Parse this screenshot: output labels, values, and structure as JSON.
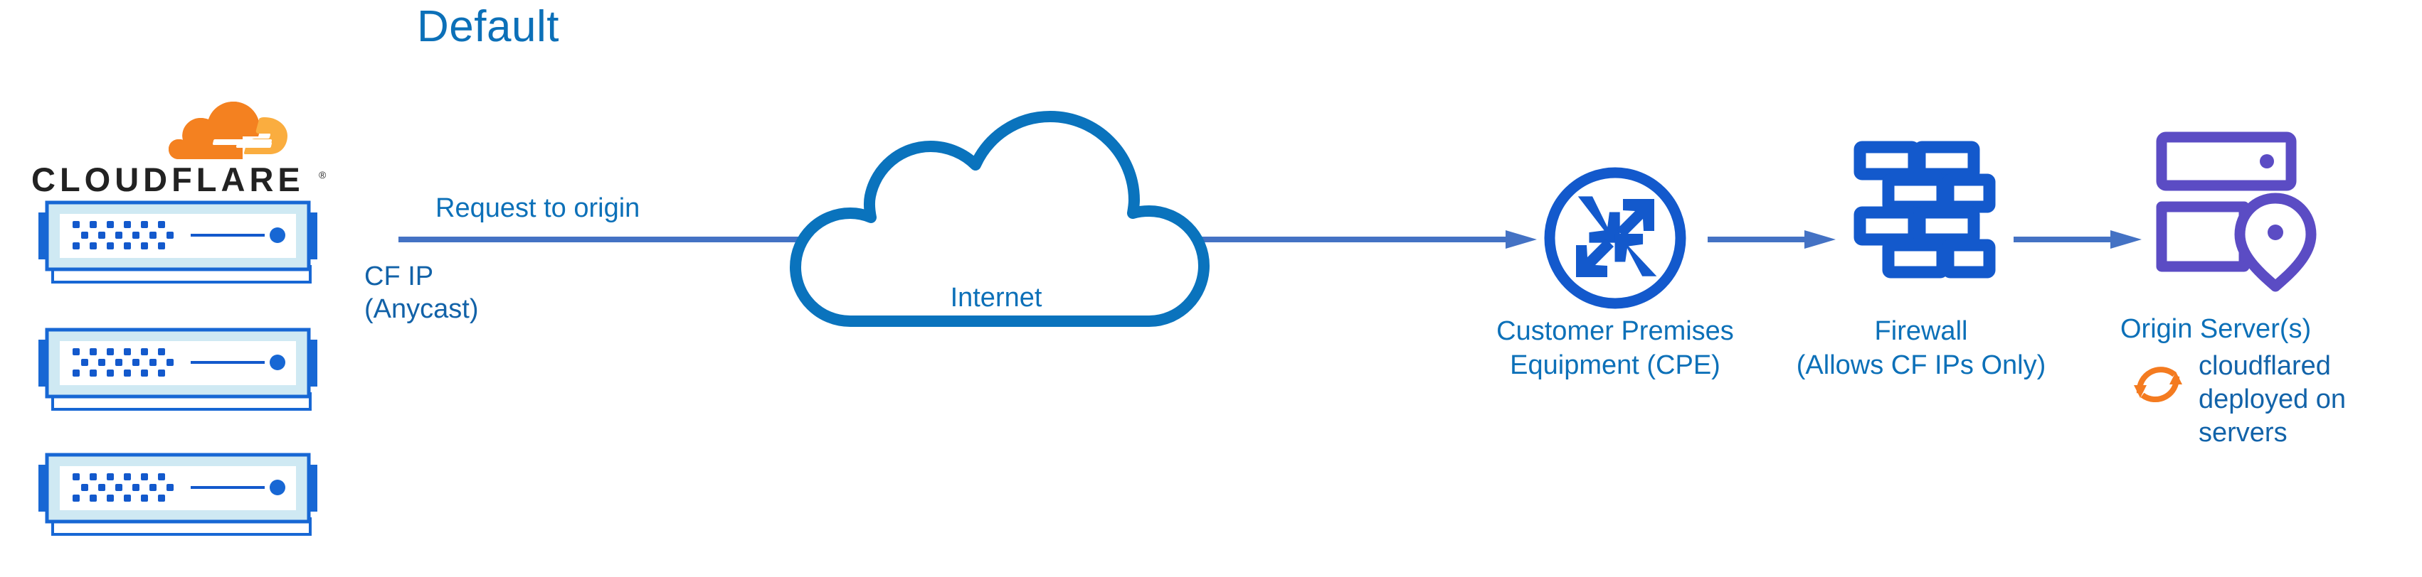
{
  "diagram": {
    "title": "Default",
    "type": "network-architecture",
    "colors": {
      "title_blue": "#0c70b8",
      "label_blue": "#0c70b8",
      "arrow_blue": "#4472c4",
      "icon_blue": "#1359cc",
      "cloud_stroke": "#0a73bd",
      "origin_purple": "#5b4cc4",
      "cloudflare_orange": "#f48120",
      "cloudflare_orange_light": "#faad3f",
      "wordmark_black": "#222222",
      "server_border": "#1767d4",
      "server_inner": "#cfe9f3",
      "server_tab": "#1767d4",
      "server_led": "#1359cc",
      "background": "#ffffff"
    }
  },
  "cloudflare": {
    "logo_mark_name": "cloudflare-cloud-logo",
    "wordmark": "CLOUDFLARE",
    "registered_mark": "®",
    "servers": [
      {
        "name": "cloudflare-edge-server-1"
      },
      {
        "name": "cloudflare-edge-server-2"
      },
      {
        "name": "cloudflare-edge-server-3"
      }
    ]
  },
  "flow": {
    "request_label": "Request to origin",
    "cf_ip_label_line1": "CF IP",
    "cf_ip_label_line2": "(Anycast)",
    "arrows": [
      {
        "name": "arrow-cf-to-internet-to-cpe",
        "direction": "right"
      },
      {
        "name": "arrow-cpe-to-firewall",
        "direction": "right"
      },
      {
        "name": "arrow-firewall-to-origin",
        "direction": "right"
      }
    ]
  },
  "internet": {
    "label": "Internet",
    "icon": "cloud-outline-icon"
  },
  "cpe": {
    "label_line1": "Customer Premises",
    "label_line2": "Equipment (CPE)",
    "icon": "router-four-arrows-icon"
  },
  "firewall": {
    "label_line1": "Firewall",
    "label_line2": "(Allows CF IPs Only)",
    "icon": "brick-wall-icon"
  },
  "origin": {
    "label": "Origin Server(s)",
    "icon": "server-rack-with-location-pin-icon",
    "cloudflared": {
      "icon": "sync-circular-arrows-icon",
      "label_line1": "cloudflared",
      "label_line2": "deployed on",
      "label_line3": "servers"
    }
  }
}
